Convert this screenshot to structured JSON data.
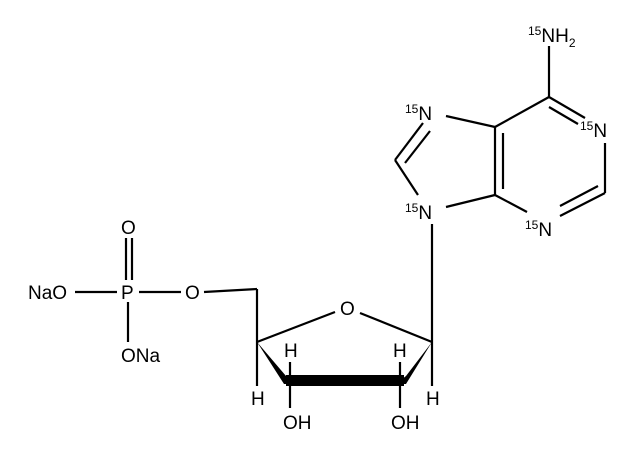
{
  "molecule": {
    "atoms": {
      "amine": {
        "iso": "15",
        "label": "NH",
        "sub": "2"
      },
      "n1": {
        "iso": "15",
        "label": "N"
      },
      "n3": {
        "iso": "15",
        "label": "N"
      },
      "n7": {
        "iso": "15",
        "label": "N"
      },
      "n9": {
        "iso": "15",
        "label": "N"
      },
      "ring_o": "O",
      "ester_o": "O",
      "oxo": "O",
      "phosphorus": "P",
      "nao_left": "NaO",
      "ona_bottom": "ONa",
      "oh_3": "OH",
      "oh_2": "OH",
      "h_4": "H",
      "h_3": "H",
      "h_2": "H",
      "h_1": "H"
    }
  }
}
